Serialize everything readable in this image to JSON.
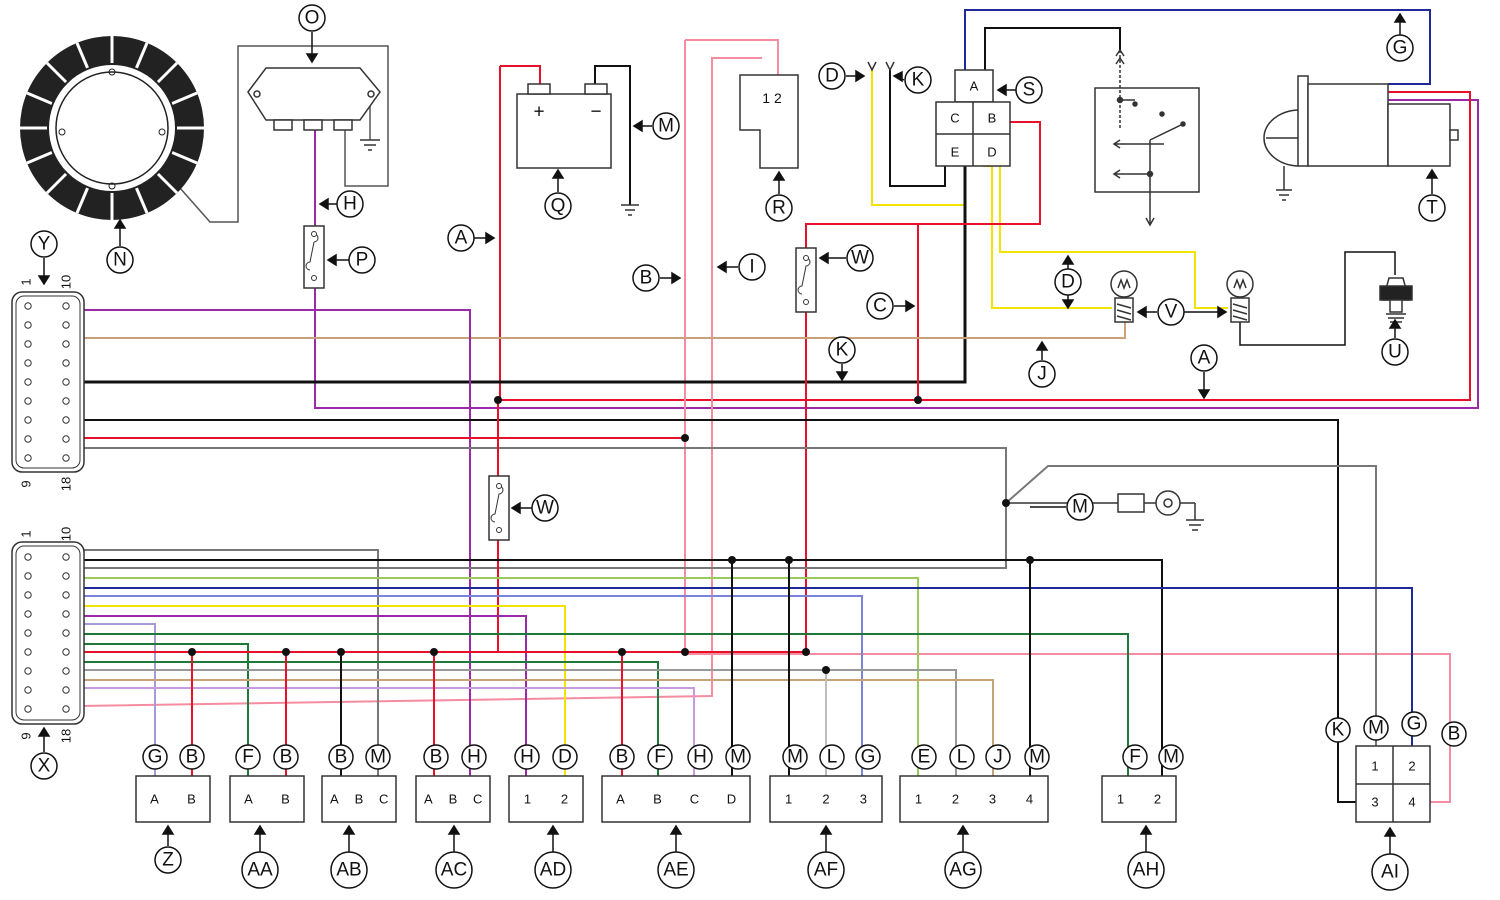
{
  "colors": {
    "black": "#111111",
    "red": "#e8102a",
    "pink": "#f58ca0",
    "yellow": "#f2e400",
    "blue": "#1e2a9a",
    "violet": "#9a2aa6",
    "tan": "#c9a27a",
    "gray": "#8a8a8a",
    "lightgray": "#bdbdbd",
    "green": "#1f7a3a",
    "lightgreen": "#9acb5a",
    "lightblue": "#7a84d8",
    "lightviolet": "#c79be0"
  },
  "connector_top": {
    "pin_first": "1",
    "pin_last": "10",
    "pin_low_left": "9",
    "pin_low_right": "18"
  },
  "connector_bottom": {
    "pin_first": "1",
    "pin_last": "10",
    "pin_low_left": "9",
    "pin_low_right": "18"
  },
  "relay_pins": {
    "a": "A",
    "b": "B",
    "c": "C",
    "d": "D",
    "e": "E"
  },
  "component_r_pins": "1 2",
  "battery": {
    "plus": "+",
    "minus": "−"
  },
  "callouts": {
    "o": "O",
    "n": "N",
    "h": "H",
    "p": "P",
    "y": "Y",
    "x": "X",
    "a1": "A",
    "q": "Q",
    "m1": "M",
    "r": "R",
    "b1": "B",
    "i": "I",
    "d1": "D",
    "k1": "K",
    "s": "S",
    "w1": "W",
    "c": "C",
    "d2": "D",
    "v": "V",
    "g1": "G",
    "t": "T",
    "u": "U",
    "j": "J",
    "a2": "A",
    "k2": "K",
    "w2": "W",
    "m2": "M"
  },
  "bottom_connectors": [
    {
      "id": "Z",
      "wires": [
        "G",
        "B"
      ],
      "pins": [
        "A",
        "B"
      ]
    },
    {
      "id": "AA",
      "wires": [
        "F",
        "B"
      ],
      "pins": [
        "A",
        "B"
      ]
    },
    {
      "id": "AB",
      "wires": [
        "B",
        "M"
      ],
      "pins": [
        "A",
        "B",
        "C"
      ]
    },
    {
      "id": "AC",
      "wires": [
        "B",
        "H"
      ],
      "pins": [
        "A",
        "B",
        "C"
      ]
    },
    {
      "id": "AD",
      "wires": [
        "H",
        "D"
      ],
      "pins": [
        "1",
        "2"
      ]
    },
    {
      "id": "AE",
      "wires": [
        "B",
        "F",
        "H",
        "M"
      ],
      "pins": [
        "A",
        "B",
        "C",
        "D"
      ]
    },
    {
      "id": "AF",
      "wires": [
        "M",
        "L",
        "G"
      ],
      "pins": [
        "1",
        "2",
        "3"
      ]
    },
    {
      "id": "AG",
      "wires": [
        "E",
        "L",
        "J",
        "M"
      ],
      "pins": [
        "1",
        "2",
        "3",
        "4"
      ]
    },
    {
      "id": "AH",
      "wires": [
        "F",
        "M"
      ],
      "pins": [
        "1",
        "2"
      ]
    }
  ],
  "ai_connector": {
    "id": "AI",
    "wires": [
      "K",
      "M",
      "G",
      "B"
    ],
    "pins": [
      "1",
      "2",
      "3",
      "4"
    ]
  }
}
